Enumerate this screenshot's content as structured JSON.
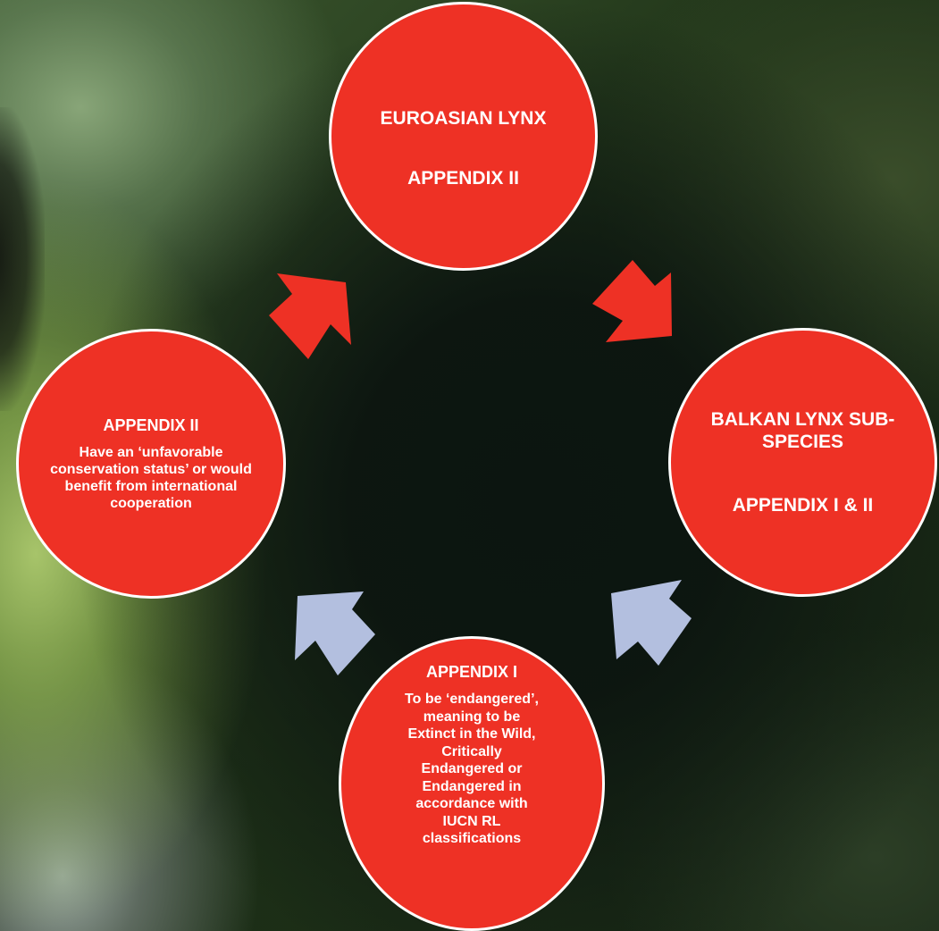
{
  "diagram": {
    "nodes": {
      "top": {
        "title": "EUROASIAN LYNX",
        "subtitle": "APPENDIX II"
      },
      "right": {
        "title": "BALKAN LYNX SUB-SPECIES",
        "subtitle": "APPENDIX I & II"
      },
      "bottom": {
        "title": "APPENDIX I",
        "body": "To be ‘endangered’, meaning to be Extinct in the Wild, Critically Endangered or Endangered in accordance with IUCN RL classifications"
      },
      "left": {
        "title": "APPENDIX II",
        "body": "Have an ‘unfavorable conservation status’ or would benefit from international cooperation"
      }
    },
    "colors": {
      "circle_fill": "#ee3125",
      "circle_border": "#ffffff",
      "arrow_red": "#ee3125",
      "arrow_blue": "#b3bfdf"
    }
  }
}
